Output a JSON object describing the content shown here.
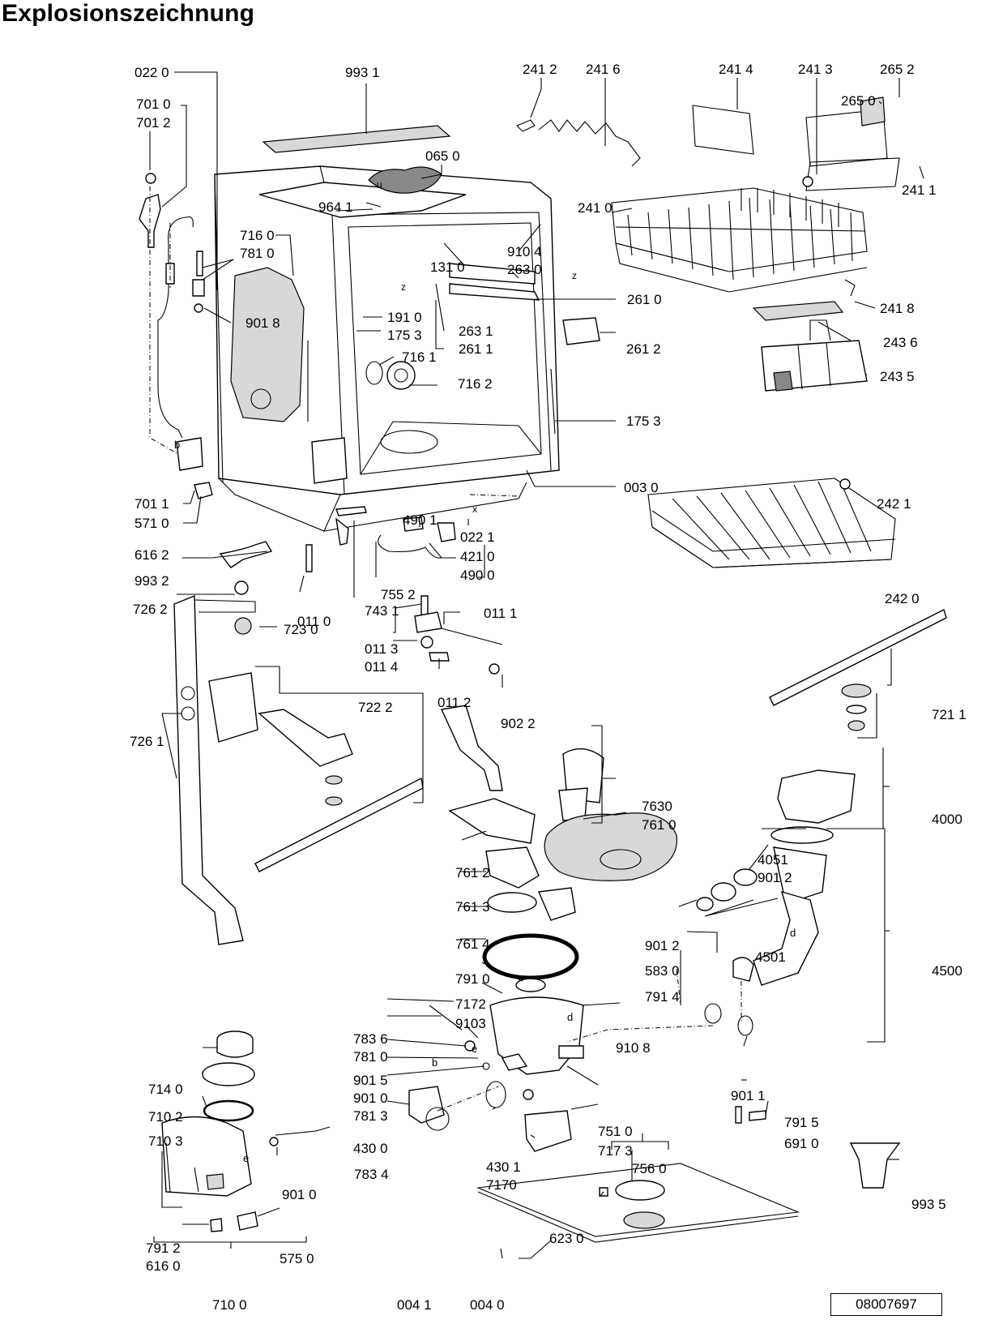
{
  "title": "Explosionszeichnung",
  "document_number": "08007697",
  "labels": {
    "l0220": "022 0",
    "l9931": "993 1",
    "l2412": "241 2",
    "l2416": "241 6",
    "l2414": "241 4",
    "l2413": "241 3",
    "l2652": "265 2",
    "l7010": "701 0",
    "l7012": "701 2",
    "l2650": "265 0",
    "l0650": "065 0",
    "l9641": "964 1",
    "l2410": "241 0",
    "l2411": "241 1",
    "l7160": "716 0",
    "l7810a": "781 0",
    "l9104": "910 4",
    "l1310": "131 0",
    "l2630": "263 0",
    "l2610": "261 0",
    "l9018": "901 8",
    "l2418": "241 8",
    "l1910": "191 0",
    "l1753a": "175 3",
    "l2631": "263 1",
    "l2611": "261 1",
    "l2612": "261 2",
    "l2436": "243 6",
    "l7161": "716 1",
    "l7162": "716 2",
    "l2435": "243 5",
    "l1753b": "175 3",
    "l0030": "003 0",
    "l7011": "701 1",
    "l5710": "571 0",
    "l4901": "490 1",
    "l0221": "022 1",
    "l2421": "242 1",
    "l4210": "421 0",
    "l4900": "490 0",
    "l6162": "616 2",
    "l9932": "993 2",
    "l7552": "755 2",
    "l2420": "242 0",
    "l7431": "743 1",
    "l0110": "011 0",
    "l7262": "726 2",
    "l0111": "011 1",
    "l7230": "723 0",
    "l0113": "011 3",
    "l0114": "011 4",
    "l0112": "011 2",
    "l7222": "722 2",
    "l7211": "721 1",
    "l7261": "726 1",
    "l9022": "902 2",
    "l7630": "7630",
    "l7610": "761 0",
    "l4000": "4000",
    "l7612": "761 2",
    "l4051": "4051",
    "l9012a": "901 2",
    "l7613": "761 3",
    "l9012b": "901 2",
    "l4501": "4501",
    "l7614": "761 4",
    "l5830": "583 0",
    "l4500": "4500",
    "l7910": "791 0",
    "l7914": "791 4",
    "l7172": "7172",
    "l9103": "9103",
    "l9108": "910 8",
    "l7836": "783 6",
    "l7810b": "781 0",
    "l7140": "714 0",
    "l9015": "901 5",
    "l9010a": "901 0",
    "l7102": "710 2",
    "l7813": "781 3",
    "l9011": "901 1",
    "l7510": "751 0",
    "l7915": "791 5",
    "l7103": "710 3",
    "l4300": "430 0",
    "l7173": "717 3",
    "l6910": "691 0",
    "l4301": "430 1",
    "l7834": "783 4",
    "l7560": "756 0",
    "l7170": "7170",
    "l9010b": "901 0",
    "l9935": "993 5",
    "l6230": "623 0",
    "l7912": "791 2",
    "l6160": "616 0",
    "l5750": "575 0",
    "l0041": "004 1",
    "l0040": "004 0",
    "l7100": "710 0",
    "mb1": "b",
    "mb2": "b",
    "mu": "u",
    "mz1": "z",
    "mz2": "z",
    "mx": "x",
    "md": "d",
    "me1": "e",
    "me2": "e",
    "md2": "d"
  }
}
